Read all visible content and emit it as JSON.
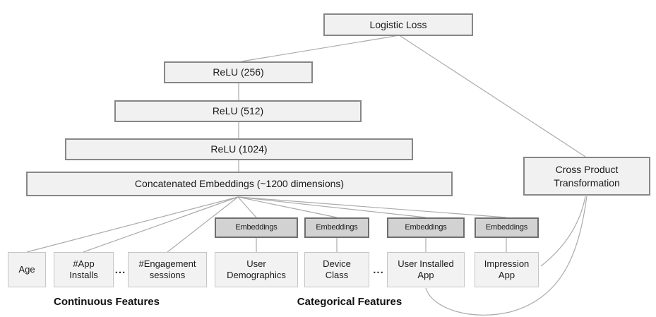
{
  "diagram": {
    "kind": "neural-network-architecture",
    "nodes": {
      "logistic_loss": "Logistic Loss",
      "relu_256": "ReLU (256)",
      "relu_512": "ReLU (512)",
      "relu_1024": "ReLU (1024)",
      "concatenated_embeddings": "Concatenated Embeddings (~1200 dimensions)",
      "cross_product": "Cross Product Transformation",
      "embeddings_label": "Embeddings",
      "age": "Age",
      "app_installs": "#App Installs",
      "engagement_sessions": "#Engagement sessions",
      "user_demographics": "User Demographics",
      "device_class": "Device Class",
      "user_installed_app": "User Installed App",
      "impression_app": "Impression App"
    },
    "ellipsis": "...",
    "captions": {
      "continuous": "Continuous Features",
      "categorical": "Categorical Features"
    },
    "edges": [
      {
        "from": "logistic_loss",
        "to": "relu_256"
      },
      {
        "from": "logistic_loss",
        "to": "cross_product"
      },
      {
        "from": "relu_256",
        "to": "relu_512"
      },
      {
        "from": "relu_512",
        "to": "relu_1024"
      },
      {
        "from": "relu_1024",
        "to": "concatenated_embeddings"
      },
      {
        "from": "concatenated_embeddings",
        "to": "age"
      },
      {
        "from": "concatenated_embeddings",
        "to": "app_installs"
      },
      {
        "from": "concatenated_embeddings",
        "to": "engagement_sessions"
      },
      {
        "from": "concatenated_embeddings",
        "to": "embeddings_user_demographics"
      },
      {
        "from": "concatenated_embeddings",
        "to": "embeddings_device_class"
      },
      {
        "from": "concatenated_embeddings",
        "to": "embeddings_user_installed_app"
      },
      {
        "from": "concatenated_embeddings",
        "to": "embeddings_impression_app"
      },
      {
        "from": "embeddings_user_demographics",
        "to": "user_demographics"
      },
      {
        "from": "embeddings_device_class",
        "to": "device_class"
      },
      {
        "from": "embeddings_user_installed_app",
        "to": "user_installed_app"
      },
      {
        "from": "embeddings_impression_app",
        "to": "impression_app"
      },
      {
        "from": "cross_product",
        "to": "impression_app",
        "style": "curved"
      },
      {
        "from": "cross_product",
        "to": "user_installed_app",
        "style": "curved"
      }
    ],
    "colors": {
      "box_fill": "#f1f1f1",
      "embedding_fill": "#d2d2d2",
      "box_border_dark": "#878787",
      "embedding_border": "#6e6e6e",
      "feature_border": "#c6c6c6",
      "connector_line": "#ababab",
      "text": "#1a1a1a",
      "background": "#ffffff"
    }
  }
}
